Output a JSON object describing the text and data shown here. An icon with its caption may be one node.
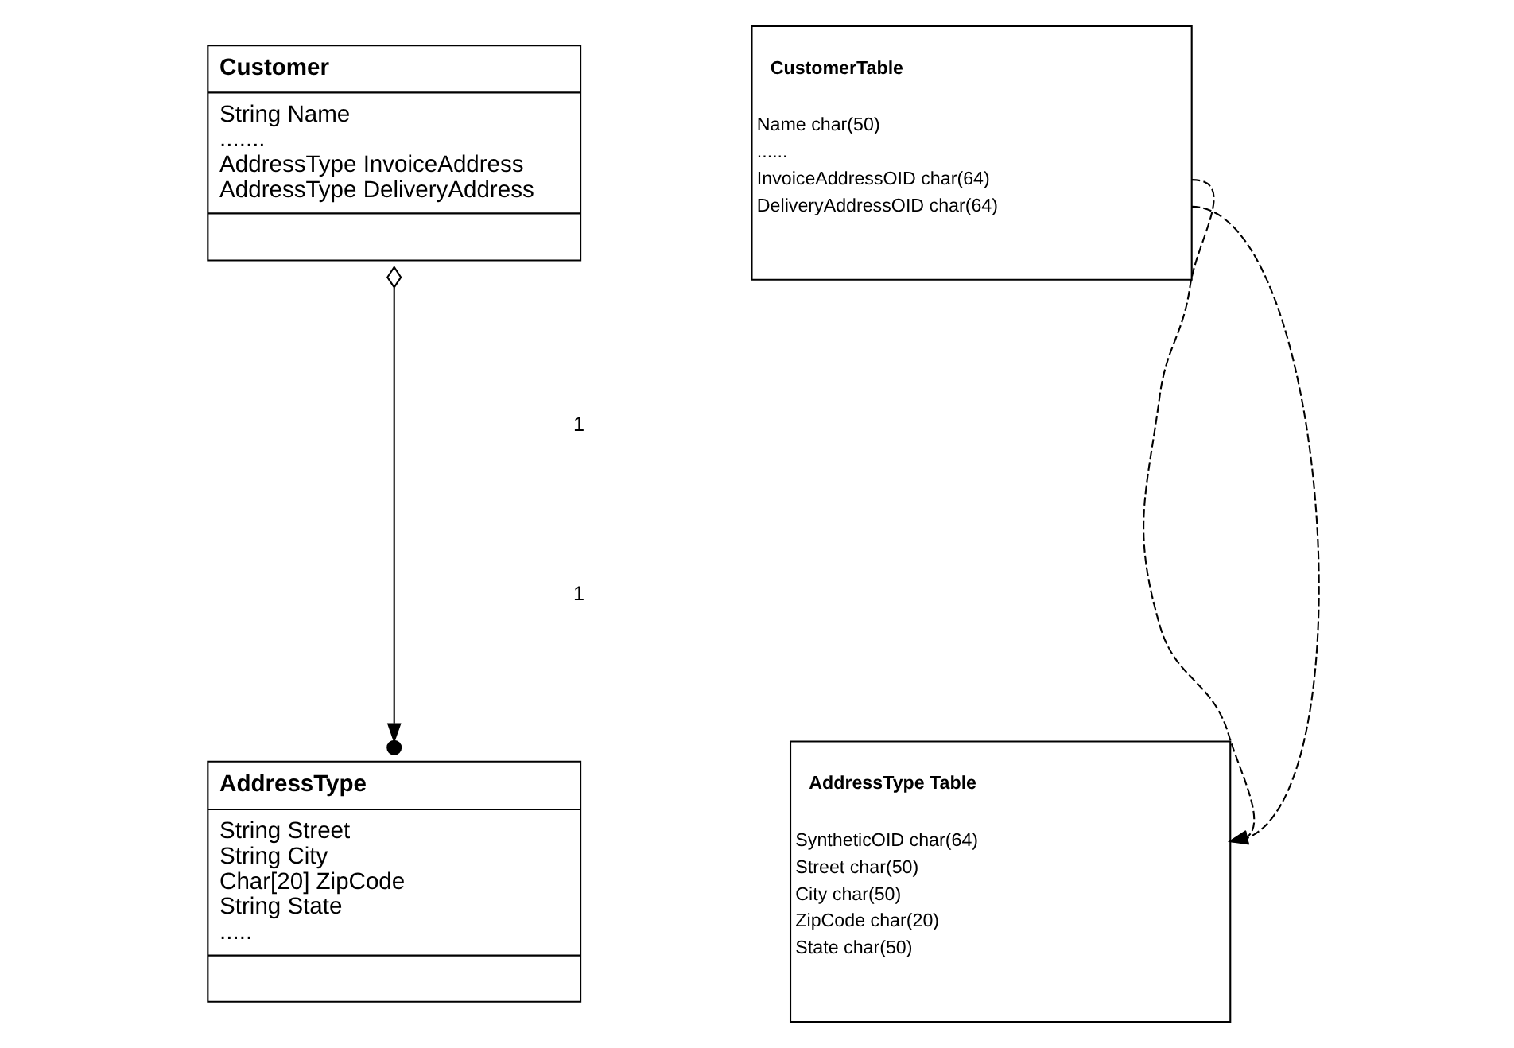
{
  "diagram": {
    "nodes": [
      {
        "text": [
          "Customer",
          "String Name",
          ".......",
          "AddressType InvoiceAddress",
          "AddressType DeliveryAddress"
        ]
      },
      {
        "text": [
          "AddressType",
          "String Street",
          "String City",
          "Char[20] ZipCode",
          "String State",
          "....."
        ]
      },
      {
        "text": [
          "CustomerTable",
          "Name char(50)",
          "......",
          "InvoiceAddressOID char(64)",
          "DeliveryAddressOID char(64)"
        ]
      },
      {
        "text": [
          "AddressType Table",
          "SyntheticOID char(64)",
          "Street char(50)",
          "City char(50)",
          "ZipCode char(20)",
          "State char(50)"
        ]
      }
    ],
    "edges": [
      {
        "from": 0,
        "to": 1,
        "arrow": "to"
      },
      {
        "from": 2,
        "to": 3,
        "arrow": "to",
        "style": "dashed"
      },
      {
        "from": 2,
        "to": 3,
        "arrow": "to",
        "style": "dashed"
      }
    ],
    "labels": [
      "1",
      "1"
    ]
  }
}
